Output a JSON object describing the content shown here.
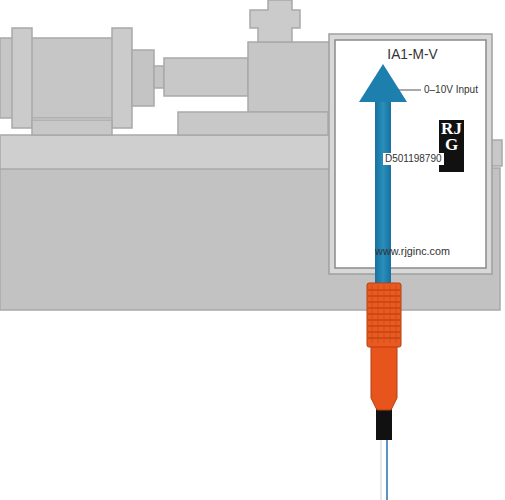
{
  "diagram": {
    "nodes": [
      {
        "text": [
          "IA1-M-V",
          "0–10V Input",
          "RJG",
          "D501198790",
          "www.rjginc.com"
        ]
      }
    ]
  }
}
